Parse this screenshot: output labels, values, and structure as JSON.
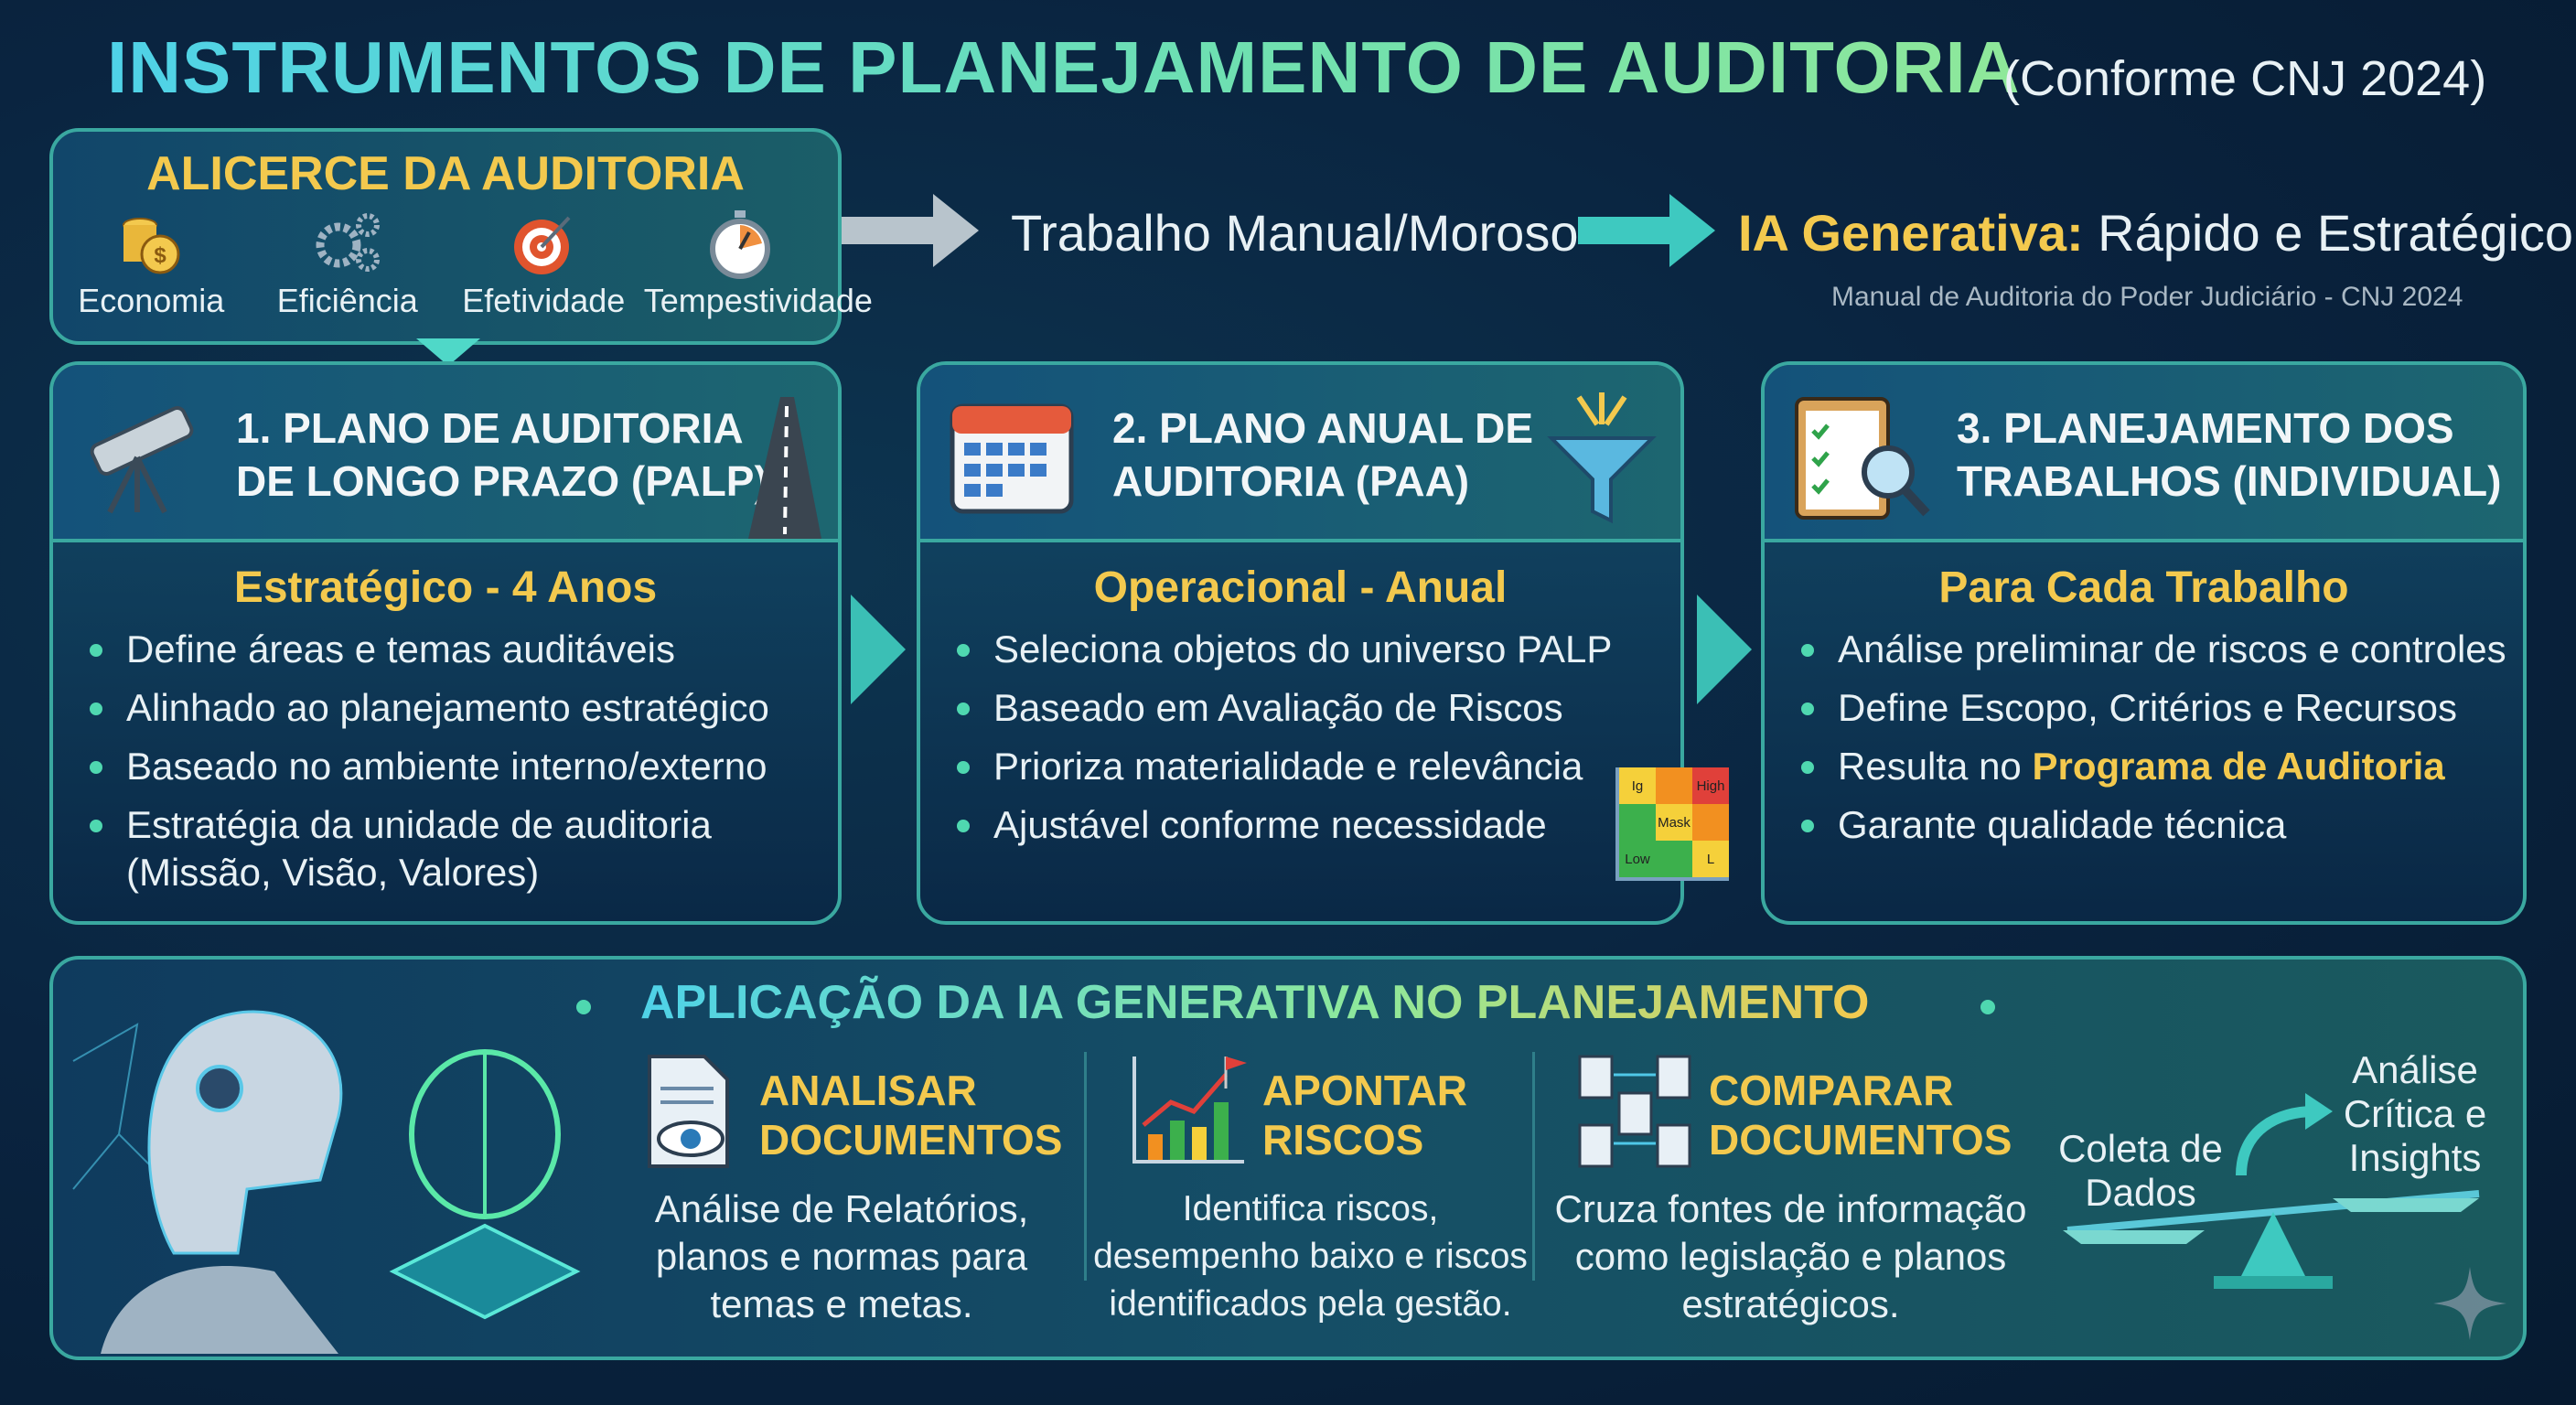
{
  "header": {
    "title": "INSTRUMENTOS DE PLANEJAMENTO DE AUDITORIA",
    "subtitle": "(Conforme CNJ 2024)"
  },
  "foundation": {
    "title": "ALICERCE DA AUDITORIA",
    "pillars": [
      {
        "label": "Economia",
        "icon": "coins-icon"
      },
      {
        "label": "Eficiência",
        "icon": "gears-icon"
      },
      {
        "label": "Efetividade",
        "icon": "target-icon"
      },
      {
        "label": "Tempestividade",
        "icon": "stopwatch-icon"
      }
    ]
  },
  "transition": {
    "from": "Trabalho Manual/Moroso",
    "to_highlight": "IA Generativa:",
    "to_rest": " Rápido e Estratégico",
    "source": "Manual de Auditoria do Poder Judiciário - CNJ 2024"
  },
  "cards": [
    {
      "title_line1": "1. PLANO DE AUDITORIA",
      "title_line2": "DE LONGO PRAZO (PALP)",
      "subtitle": "Estratégico - 4 Anos",
      "bullets": [
        "Define áreas e temas auditáveis",
        "Alinhado ao planejamento estratégico",
        "Baseado no ambiente interno/externo",
        "Estratégia da unidade de auditoria (Missão, Visão, Valores)"
      ]
    },
    {
      "title_line1": "2. PLANO ANUAL DE",
      "title_line2": "AUDITORIA (PAA)",
      "subtitle": "Operacional - Anual",
      "bullets": [
        "Seleciona objetos do universo PALP",
        "Baseado em Avaliação de Riscos",
        "Prioriza materialidade e relevância",
        "Ajustável conforme necessidade"
      ],
      "matrix": [
        "Ig",
        "",
        "High",
        "",
        "Mask",
        "",
        "Low",
        "",
        "L"
      ]
    },
    {
      "title_line1": "3. PLANEJAMENTO DOS",
      "title_line2": "TRABALHOS (INDIVIDUAL)",
      "subtitle": "Para Cada Trabalho",
      "bullets": [
        "Análise preliminar de riscos e controles",
        "Define Escopo, Critérios e Recursos",
        "Resulta no ",
        "Garante qualidade técnica"
      ],
      "bullet3_highlight": "Programa de Auditoria"
    }
  ],
  "ai": {
    "title": "APLICAÇÃO DA IA GENERATIVA NO PLANEJAMENTO",
    "items": [
      {
        "title_line1": "ANALISAR",
        "title_line2": "DOCUMENTOS",
        "desc": "Análise de Relatórios, planos e normas para temas e metas."
      },
      {
        "title_line1": "APONTAR",
        "title_line2": "RISCOS",
        "desc": "Identifica riscos, desempenho baixo e riscos identificados pela gestão."
      },
      {
        "title_line1": "COMPARAR",
        "title_line2": "DOCUMENTOS",
        "desc": "Cruza fontes de informação como legislação e planos estratégicos."
      }
    ],
    "scale_left": "Coleta de Dados",
    "scale_right": "Análise Crítica e Insights"
  }
}
